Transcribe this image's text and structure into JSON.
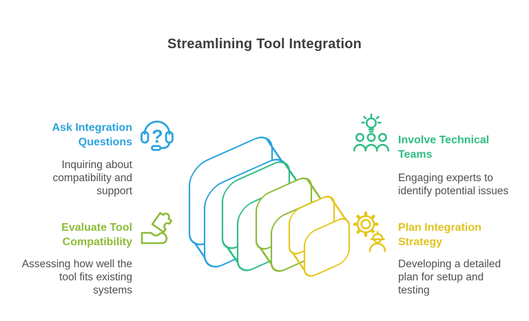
{
  "title": "Streamlining Tool Integration",
  "colors": {
    "blue": "#2BA3DB",
    "green": "#2EBD85",
    "olive": "#8CBB38",
    "yellow": "#E5C71E",
    "yellow_text": "#E0C31E",
    "title_text": "#3E3E3E",
    "body_text": "#4E4E4E",
    "background": "#FFFFFF"
  },
  "icons": {
    "question_mark": "?"
  },
  "diagram": {
    "type": "nested-3d-rounded-squares",
    "layers": [
      {
        "order": 1,
        "color": "#2BA3DB",
        "size": "largest"
      },
      {
        "order": 2,
        "color": "#2EBD85",
        "size": "large"
      },
      {
        "order": 3,
        "color": "#8CBB38",
        "size": "medium"
      },
      {
        "order": 4,
        "color": "#E5C71E",
        "size": "small"
      }
    ]
  },
  "sections": [
    {
      "position": "top-left",
      "icon": "headset-question-icon",
      "color": "#2BA3DB",
      "heading": "Ask Integration\nQuestions",
      "description": "Inquiring about\ncompatibility and\nsupport"
    },
    {
      "position": "top-right",
      "icon": "lightbulb-team-icon",
      "color": "#2EBD85",
      "heading": "Involve Technical Teams",
      "description": "Engaging experts to\nidentify potential issues"
    },
    {
      "position": "bottom-left",
      "icon": "puzzle-hand-icon",
      "color": "#8CBB38",
      "heading": "Evaluate Tool\nCompatibility",
      "description": "Assessing how well the\ntool fits existing\nsystems"
    },
    {
      "position": "bottom-right",
      "icon": "gear-engineer-icon",
      "color": "#E5C71E",
      "heading": "Plan Integration\nStrategy",
      "description": "Developing a detailed\nplan for setup and\ntesting"
    }
  ]
}
